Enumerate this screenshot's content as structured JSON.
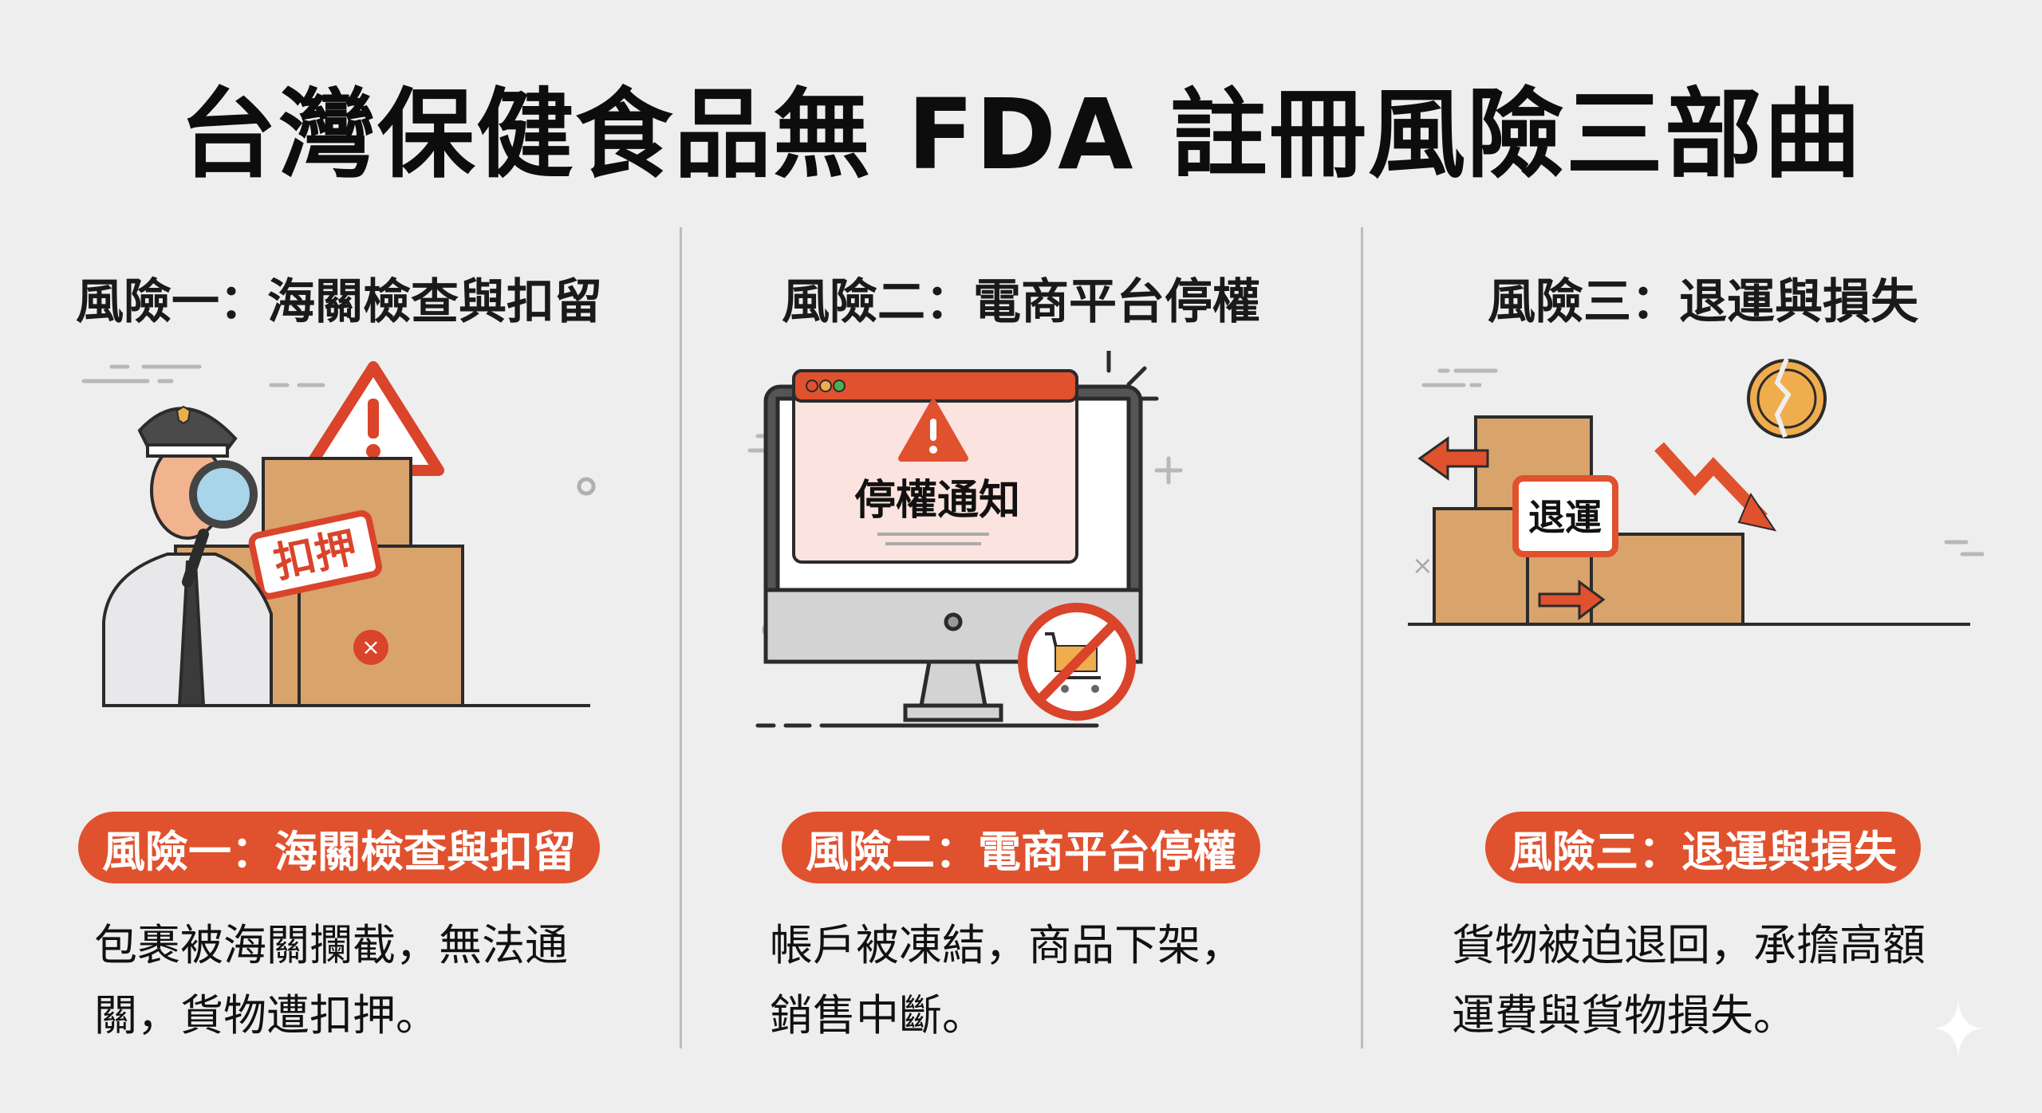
{
  "title": "台灣保健食品無 FDA 註冊風險三部曲",
  "colors": {
    "background": "#eeeeee",
    "accent": "#e0512e",
    "box": "#d9a36c",
    "coin": "#f0ad4e",
    "text": "#111111"
  },
  "risks": [
    {
      "heading": "風險一：海關檢查與扣留",
      "pill": "風險一：海關檢查與扣留",
      "description": "包裹被海關攔截，無法通關，貨物遭扣押。",
      "illustration": {
        "type": "customs-officer-inspection",
        "icons": [
          "customs-officer-icon",
          "magnifying-glass-icon",
          "warning-triangle-icon",
          "cardboard-box-icon",
          "x-circle-icon"
        ],
        "stamp_label": "扣押"
      }
    },
    {
      "heading": "風險二：電商平台停權",
      "pill": "風險二：電商平台停權",
      "description": "帳戶被凍結，商品下架，銷售中斷。",
      "illustration": {
        "type": "monitor-suspension-notice",
        "icons": [
          "monitor-icon",
          "warning-triangle-icon",
          "no-shopping-cart-icon"
        ],
        "screen_label": "停權通知"
      }
    },
    {
      "heading": "風險三：退運與損失",
      "pill": "風險三：退運與損失",
      "description": "貨物被迫退回，承擔高額運費與貨物損失。",
      "illustration": {
        "type": "returned-boxes",
        "icons": [
          "cardboard-box-icon",
          "left-arrow-icon",
          "right-arrow-icon",
          "broken-coin-icon",
          "downtrend-arrow-icon"
        ],
        "sign_label": "退運"
      }
    }
  ]
}
